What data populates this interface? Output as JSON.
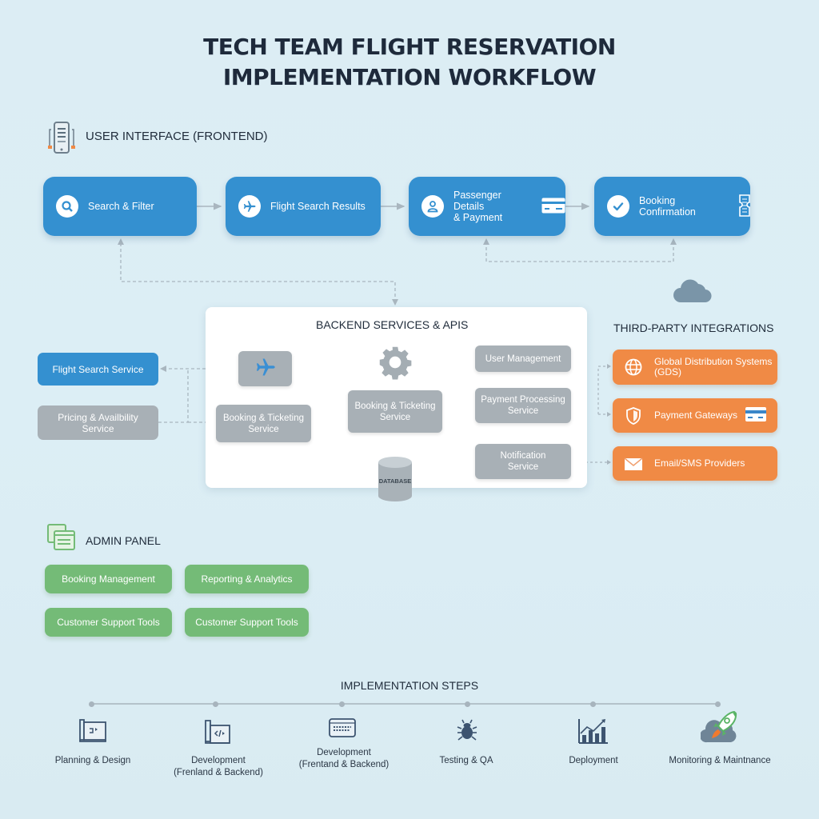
{
  "title": {
    "line1": "TECH TEAM FLIGHT RESERVATION",
    "line2": "IMPLEMENTATION WORKFLOW"
  },
  "frontend": {
    "heading": "USER INTERFACE (FRONTEND)",
    "icon": "mobile-app-icon",
    "steps": [
      {
        "label": "Search & Filter",
        "icon": "search-icon"
      },
      {
        "label": "Flight Search Results",
        "icon": "airplane-icon"
      },
      {
        "label_line1": "Passenger Details",
        "label_line2": "& Payment",
        "icon": "user-icon",
        "extra_icon": "credit-card-icon"
      },
      {
        "label": "Booking Confirmation",
        "icon": "check-icon",
        "extra_icon": "ticket-icon"
      }
    ]
  },
  "backend": {
    "heading": "BACKEND SERVICES & APIS",
    "external_services": [
      {
        "label": "Flight Search Service",
        "color": "#3490d0"
      },
      {
        "label_line1": "Pricing & Availbility",
        "label_line2": "Service",
        "color": "#a8b0b6"
      }
    ],
    "nodes": {
      "flight_node_icon": "airplane-icon",
      "gear_icon": "gear-icon",
      "booking_ticketing_left": {
        "line1": "Booking & Ticketing",
        "line2": "Service"
      },
      "booking_ticketing_center": {
        "line1": "Booking & Ticketing",
        "line2": "Service"
      },
      "user_management": "User Management",
      "payment_processing": {
        "line1": "Payment Processing",
        "line2": "Service"
      },
      "notification": {
        "line1": "Notification",
        "line2": "Service"
      },
      "database": "DATABASE"
    }
  },
  "third_party": {
    "heading": "THIRD-PARTY INTEGRATIONS",
    "icon": "cloud-icon",
    "items": [
      {
        "line1": "Global Distribution Systems",
        "line2": "(GDS)",
        "icon": "globe-icon"
      },
      {
        "line1": "Payment Gateways",
        "icon": "shield-icon",
        "extra_icon": "credit-card-icon"
      },
      {
        "line1": "Email/SMS Providers",
        "icon": "envelope-icon"
      }
    ]
  },
  "admin": {
    "heading": "ADMIN PANEL",
    "icon": "admin-windows-icon",
    "buttons": [
      "Booking Management",
      "Reporting & Analytics",
      "Customer Support Tools",
      "Customer Support Tools"
    ]
  },
  "implementation": {
    "heading": "IMPLEMENTATION STEPS",
    "steps": [
      {
        "line1": "Planning & Design",
        "line2": "",
        "icon": "blueprint-icon"
      },
      {
        "line1": "Development",
        "line2": "(Frenland & Backend)",
        "icon": "code-blueprint-icon"
      },
      {
        "line1": "Development",
        "line2": "(Frentand & Backend)",
        "icon": "keyboard-icon"
      },
      {
        "line1": "Testing & QA",
        "line2": "",
        "icon": "bug-icon"
      },
      {
        "line1": "Deployment",
        "line2": "",
        "icon": "chart-growth-icon"
      },
      {
        "line1": "Monitoring & Maintnance",
        "line2": "",
        "icon": "rocket-cloud-icon"
      }
    ]
  },
  "colors": {
    "frontend_blue": "#3490d0",
    "service_gray": "#a8b0b6",
    "third_party_orange": "#f08a45",
    "admin_green": "#74bb77",
    "title_dark": "#1e2a3b"
  }
}
